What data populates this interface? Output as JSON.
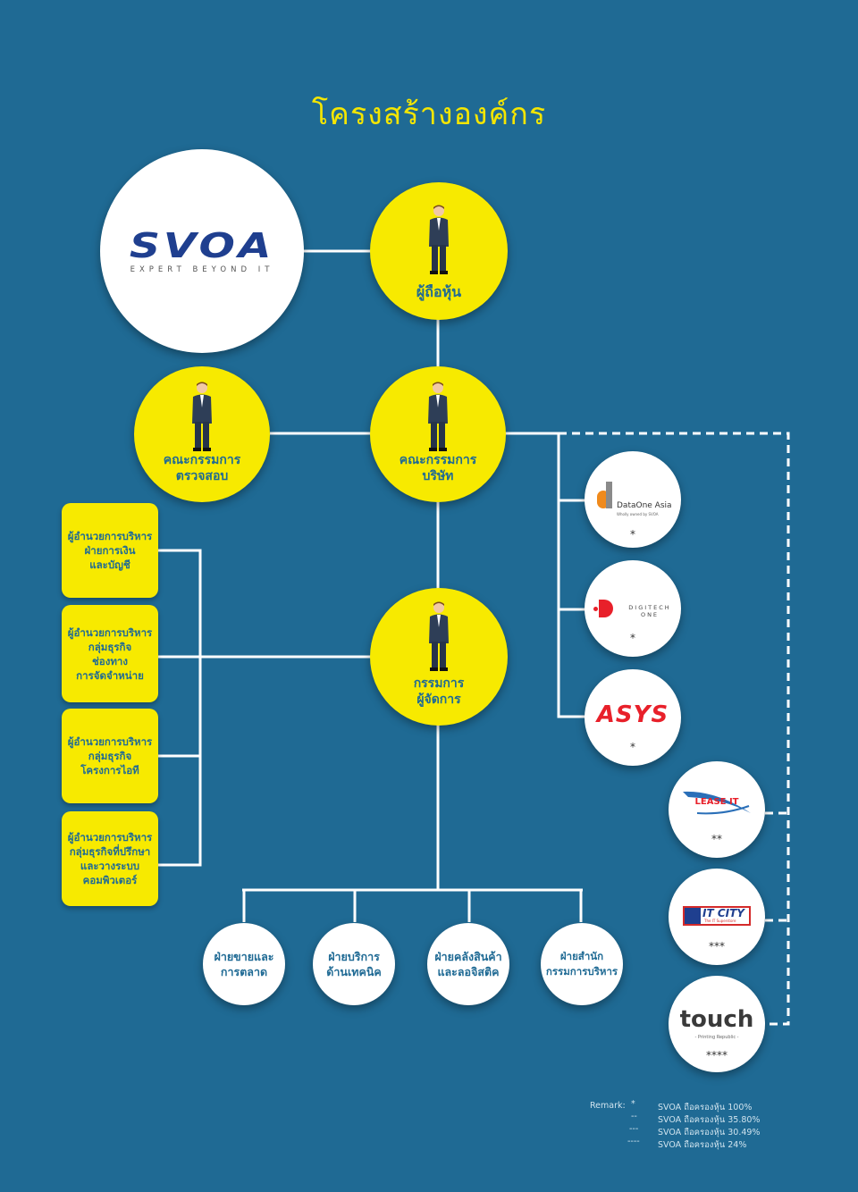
{
  "title": "โครงสร้างองค์กร",
  "logo": {
    "brand": "SVOA",
    "tagline": "EXPERT BEYOND IT"
  },
  "nodes": {
    "shareholders": "ผู้ถือหุ้น",
    "audit_committee": "คณะกรรมการ\nตรวจสอบ",
    "board": "คณะกรรมการ\nบริษัท",
    "managing_director": "กรรมการ\nผู้จัดการ"
  },
  "directors": [
    "ผู้อำนวยการบริหาร\nฝ่ายการเงิน\nและบัญชี",
    "ผู้อำนวยการบริหาร\nกลุ่มธุรกิจ\nช่องทาง\nการจัดจำหน่าย",
    "ผู้อำนวยการบริหาร\nกลุ่มธุรกิจ\nโครงการไอที",
    "ผู้อำนวยการบริหาร\nกลุ่มธุรกิจที่ปรึกษา\nและวางระบบ\nคอมพิวเตอร์"
  ],
  "departments": [
    "ฝ่ายขายและ\nการตลาด",
    "ฝ่ายบริการ\nด้านเทคนิค",
    "ฝ่ายคลังสินค้า\nและลอจิสติค",
    "ฝ่ายสำนัก\nกรรมการบริหาร"
  ],
  "subsidiaries": [
    {
      "name": "DataOne Asia",
      "sub": "Wholly owned by SVOA",
      "stars": "*"
    },
    {
      "name": "DIGITECH ONE",
      "stars": "*"
    },
    {
      "name": "ASYS",
      "stars": "*"
    },
    {
      "name": "LEASE IT",
      "stars": "**"
    },
    {
      "name": "IT CITY",
      "sub": "The IT Superstore",
      "stars": "***"
    },
    {
      "name": "touch",
      "sub": "- Printing Republic -",
      "stars": "****"
    }
  ],
  "remark": {
    "label": "Remark:",
    "items": [
      {
        "marker": "*",
        "text": "SVOA ถือครองหุ้น 100%"
      },
      {
        "marker": "--",
        "text": "SVOA ถือครองหุ้น 35.80%"
      },
      {
        "marker": "---",
        "text": "SVOA ถือครองหุ้น 30.49%"
      },
      {
        "marker": "----",
        "text": "SVOA ถือครองหุ้น 24%"
      }
    ]
  },
  "colors": {
    "background": "#1f6a94",
    "accent": "#f7ea00",
    "logo_blue": "#1f3f8f",
    "asys_red": "#e8202a"
  }
}
